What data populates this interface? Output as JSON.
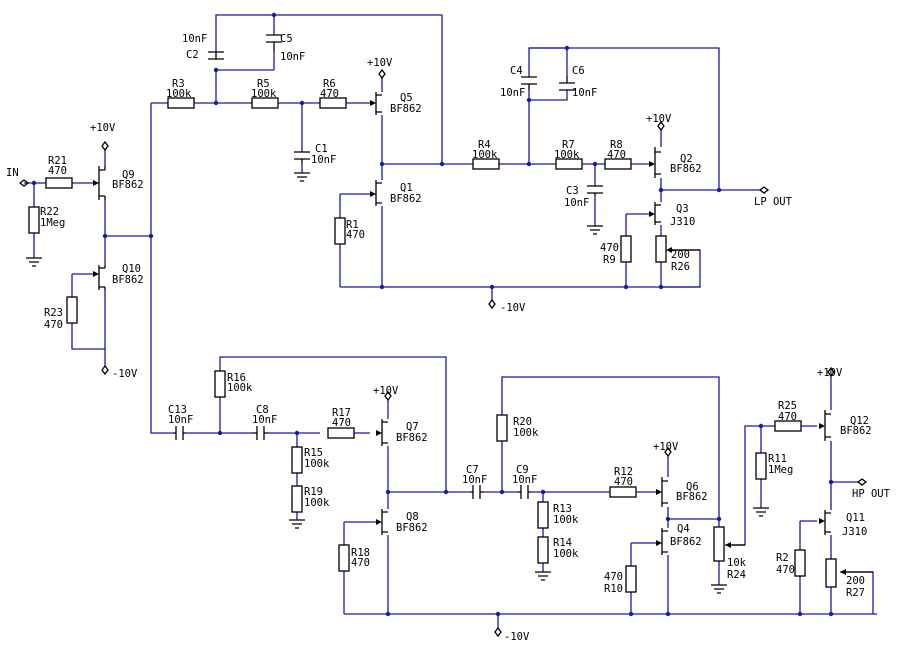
{
  "components": {
    "R1": {
      "ref": "R1",
      "value": "470"
    },
    "R2": {
      "ref": "R2",
      "value": "470"
    },
    "R3": {
      "ref": "R3",
      "value": "100k"
    },
    "R4": {
      "ref": "R4",
      "value": "100k"
    },
    "R5": {
      "ref": "R5",
      "value": "100k"
    },
    "R6": {
      "ref": "R6",
      "value": "470"
    },
    "R7": {
      "ref": "R7",
      "value": "100k"
    },
    "R8": {
      "ref": "R8",
      "value": "470"
    },
    "R9": {
      "ref": "R9",
      "value": "470"
    },
    "R10": {
      "ref": "R10",
      "value": "470"
    },
    "R11": {
      "ref": "R11",
      "value": "1Meg"
    },
    "R12": {
      "ref": "R12",
      "value": "470"
    },
    "R13": {
      "ref": "R13",
      "value": "100k"
    },
    "R14": {
      "ref": "R14",
      "value": "100k"
    },
    "R15": {
      "ref": "R15",
      "value": "100k"
    },
    "R16": {
      "ref": "R16",
      "value": "100k"
    },
    "R17": {
      "ref": "R17",
      "value": "470"
    },
    "R18": {
      "ref": "R18",
      "value": "470"
    },
    "R19": {
      "ref": "R19",
      "value": "100k"
    },
    "R20": {
      "ref": "R20",
      "value": "100k"
    },
    "R21": {
      "ref": "R21",
      "value": "470"
    },
    "R22": {
      "ref": "R22",
      "value": "1Meg"
    },
    "R23": {
      "ref": "R23",
      "value": "470"
    },
    "R24": {
      "ref": "R24",
      "value": "10k"
    },
    "R25": {
      "ref": "R25",
      "value": "470"
    },
    "R26": {
      "ref": "R26",
      "value": "200"
    },
    "R27": {
      "ref": "R27",
      "value": "200"
    },
    "C1": {
      "ref": "C1",
      "value": "10nF"
    },
    "C2": {
      "ref": "C2",
      "value": "10nF"
    },
    "C3": {
      "ref": "C3",
      "value": "10nF"
    },
    "C4": {
      "ref": "C4",
      "value": "10nF"
    },
    "C5": {
      "ref": "C5",
      "value": "10nF"
    },
    "C6": {
      "ref": "C6",
      "value": "10nF"
    },
    "C7": {
      "ref": "C7",
      "value": "10nF"
    },
    "C8": {
      "ref": "C8",
      "value": "10nF"
    },
    "C9": {
      "ref": "C9",
      "value": "10nF"
    },
    "C13": {
      "ref": "C13",
      "value": "10nF"
    },
    "Q1": {
      "ref": "Q1",
      "part": "BF862"
    },
    "Q2": {
      "ref": "Q2",
      "part": "BF862"
    },
    "Q3": {
      "ref": "Q3",
      "part": "J310"
    },
    "Q4": {
      "ref": "Q4",
      "part": "BF862"
    },
    "Q5": {
      "ref": "Q5",
      "part": "BF862"
    },
    "Q6": {
      "ref": "Q6",
      "part": "BF862"
    },
    "Q7": {
      "ref": "Q7",
      "part": "BF862"
    },
    "Q8": {
      "ref": "Q8",
      "part": "BF862"
    },
    "Q9": {
      "ref": "Q9",
      "part": "BF862"
    },
    "Q10": {
      "ref": "Q10",
      "part": "BF862"
    },
    "Q11": {
      "ref": "Q11",
      "part": "J310"
    },
    "Q12": {
      "ref": "Q12",
      "part": "BF862"
    }
  },
  "rails": {
    "pos": "+10V",
    "neg": "-10V"
  },
  "ports": {
    "in": "IN",
    "lp_out": "LP OUT",
    "hp_out": "HP OUT"
  },
  "colors": {
    "wire": "#1a1aa8",
    "component": "#000000"
  }
}
